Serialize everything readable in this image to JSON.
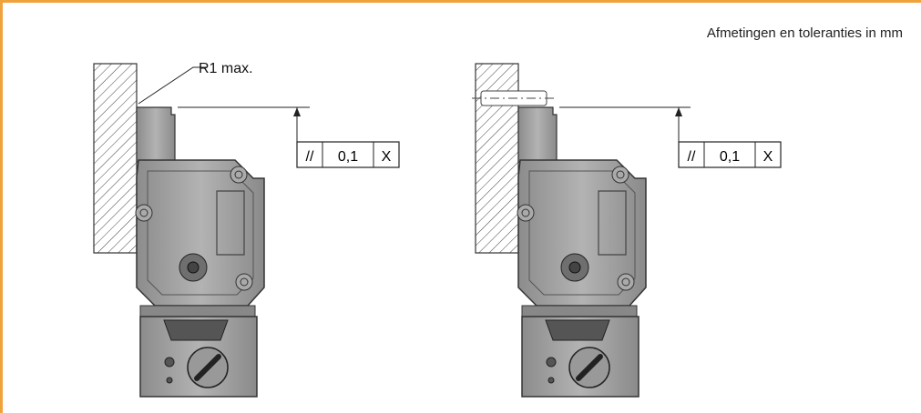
{
  "caption": "Afmetingen en toleranties in mm",
  "left_drawing": {
    "radius_label": "R1 max."
  },
  "tolerance_frame": {
    "symbol": "//",
    "value": "0,1",
    "datum": "X"
  },
  "colors": {
    "border": "#f0a23b",
    "housing": "#9a9a9a",
    "housing_dark": "#6f6f6f",
    "hatch": "#444444"
  }
}
